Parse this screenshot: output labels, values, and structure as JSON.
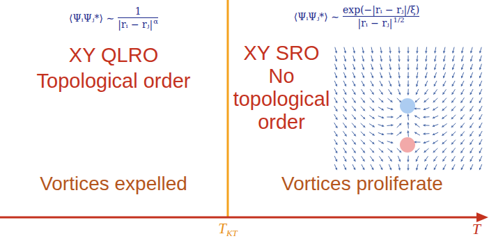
{
  "diagram": {
    "labels": [
      "⟨ΨᵢΨⱼ*⟩ ∼",
      "1",
      "|rᵢ − rⱼ|",
      "α",
      "⟨ΨᵢΨⱼ*⟩ ∼",
      "exp(−|rᵢ − rⱼ|/ξ)",
      "|rᵢ − rⱼ|",
      "1/2",
      "XY QLRO",
      "Topological order",
      "Vortices expelled",
      "XY SRO",
      "No topological order",
      "Vortices proliferate",
      "T",
      "KT",
      "T"
    ]
  }
}
